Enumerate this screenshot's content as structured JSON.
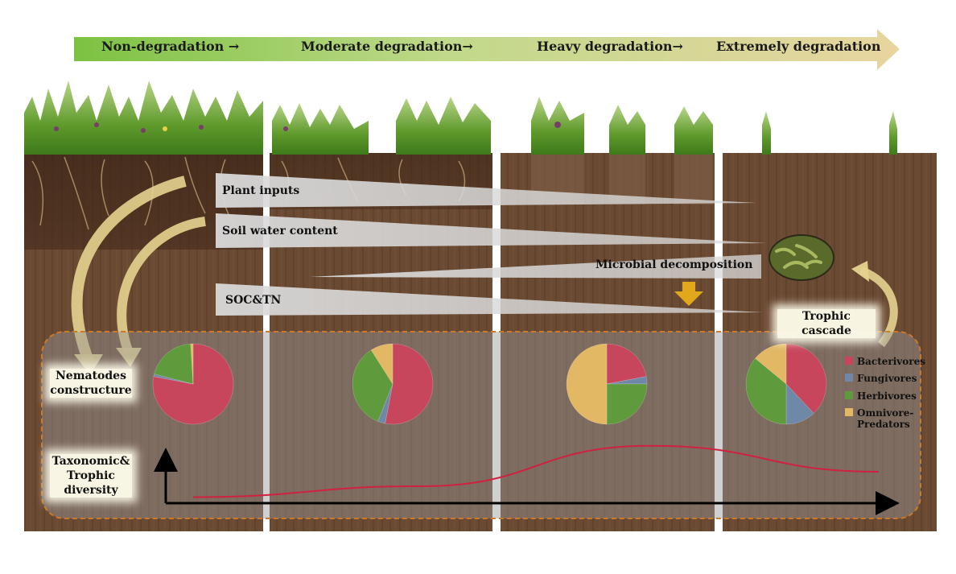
{
  "stages": [
    {
      "label": "Non-degradation →"
    },
    {
      "label": "Moderate degradation→"
    },
    {
      "label": "Heavy degradation→"
    },
    {
      "label": "Extremely degradation"
    }
  ],
  "factors": {
    "plant_inputs": "Plant inputs",
    "soil_water": "Soil water content",
    "microbial": "Microbial decomposition",
    "soc_tn": "SOC&TN",
    "trophic_cascade": "Trophic cascade"
  },
  "nematodes_label": "Nematodes constructure",
  "diversity_label": "Taxonomic& Trophic diversity",
  "legend": [
    {
      "label": "Bacterivores",
      "color": "#c8465c"
    },
    {
      "label": "Fungivores",
      "color": "#6f88a8"
    },
    {
      "label": "Herbivores",
      "color": "#5f9a3c"
    },
    {
      "label": "Omnivore-Predators",
      "color": "#e2b865"
    }
  ],
  "chart_data": {
    "type": "pie",
    "categories": [
      "Bacterivores",
      "Fungivores",
      "Herbivores",
      "Omnivore-Predators"
    ],
    "pies": [
      {
        "stage": "Non-degradation",
        "values": [
          78,
          1,
          20,
          1
        ]
      },
      {
        "stage": "Moderate degradation",
        "values": [
          53,
          3,
          35,
          9
        ]
      },
      {
        "stage": "Heavy degradation",
        "values": [
          22,
          3,
          25,
          50
        ]
      },
      {
        "stage": "Extremely degradation",
        "values": [
          38,
          12,
          36,
          14
        ]
      }
    ],
    "diversity_trend": {
      "x": [
        0,
        1,
        2,
        3
      ],
      "y": [
        0.1,
        0.28,
        0.95,
        0.52
      ]
    }
  }
}
